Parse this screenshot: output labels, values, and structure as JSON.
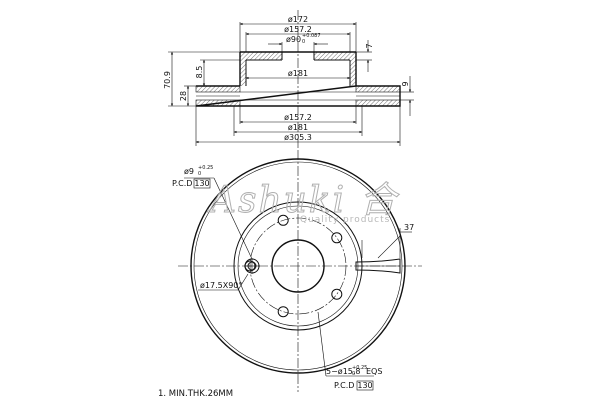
{
  "section_view": {
    "dims_top": {
      "d172": "ø172",
      "d157_2": "ø157.2",
      "d90_base": "ø90",
      "d90_tol_upper": "+0.087",
      "d90_tol_lower": "0",
      "d181": "ø181",
      "h7": "7"
    },
    "dims_side": {
      "h70_9": "70.9",
      "h8_5": "8.5",
      "h28": "28",
      "h9": "9"
    },
    "dims_bottom": {
      "d157_2": "ø157.2",
      "d181": "ø181",
      "d305_3": "ø305.3"
    }
  },
  "front_view": {
    "hole_label_base": "ø9",
    "hole_label_tol_upper": "+0.25",
    "hole_label_tol_lower": "0",
    "pcd_prefix_top": "P.C.D",
    "pcd_value_top": "130",
    "chamfer_label": "ø17.5X90°",
    "bolt_label_base": "5−ø15.8",
    "bolt_label_tol_upper": "+0.25",
    "bolt_label_tol_lower": "0",
    "bolt_label_suffix": "EQS",
    "pcd_prefix_bottom": "P.C.D",
    "pcd_value_bottom": "130",
    "dim_37": "37"
  },
  "watermark": {
    "brand": "Ashuki",
    "logo_glyph": "合",
    "tagline": "Quality products"
  },
  "note": "1. MIN.THK.26MM"
}
